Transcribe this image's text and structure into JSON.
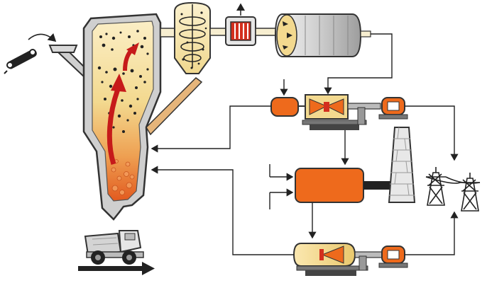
{
  "diagram": {
    "components": [
      {
        "id": "conveyor",
        "icon": "conveyor-belt-icon"
      },
      {
        "id": "fuel-hopper",
        "icon": "hopper-icon"
      },
      {
        "id": "combustion-furnace",
        "icon": "furnace-icon"
      },
      {
        "id": "cyclone-separator",
        "icon": "cyclone-icon"
      },
      {
        "id": "heat-exchanger",
        "icon": "heat-exchanger-icon"
      },
      {
        "id": "gas-cooler",
        "icon": "drum-icon"
      },
      {
        "id": "gas-turbine",
        "icon": "turbine-icon"
      },
      {
        "id": "generator-1",
        "icon": "generator-icon"
      },
      {
        "id": "compressor",
        "icon": "compressor-icon"
      },
      {
        "id": "boiler",
        "icon": "boiler-icon"
      },
      {
        "id": "chimney",
        "icon": "chimney-icon"
      },
      {
        "id": "steam-turbine",
        "icon": "turbine-icon"
      },
      {
        "id": "generator-2",
        "icon": "generator-icon"
      },
      {
        "id": "power-pylons",
        "icon": "pylon-icon"
      },
      {
        "id": "ash-truck",
        "icon": "dump-truck-icon"
      }
    ],
    "colors": {
      "outline": "#333333",
      "furnace_fill": "#f3e0a8",
      "flame": "#e8823a",
      "hot_core": "#e94e1b",
      "arrow_red": "#c61a1a",
      "unit_orange": "#ee6a1c",
      "pipe_fill": "#f7eed0",
      "steel": "#d9d9d9",
      "dark": "#222222"
    }
  }
}
